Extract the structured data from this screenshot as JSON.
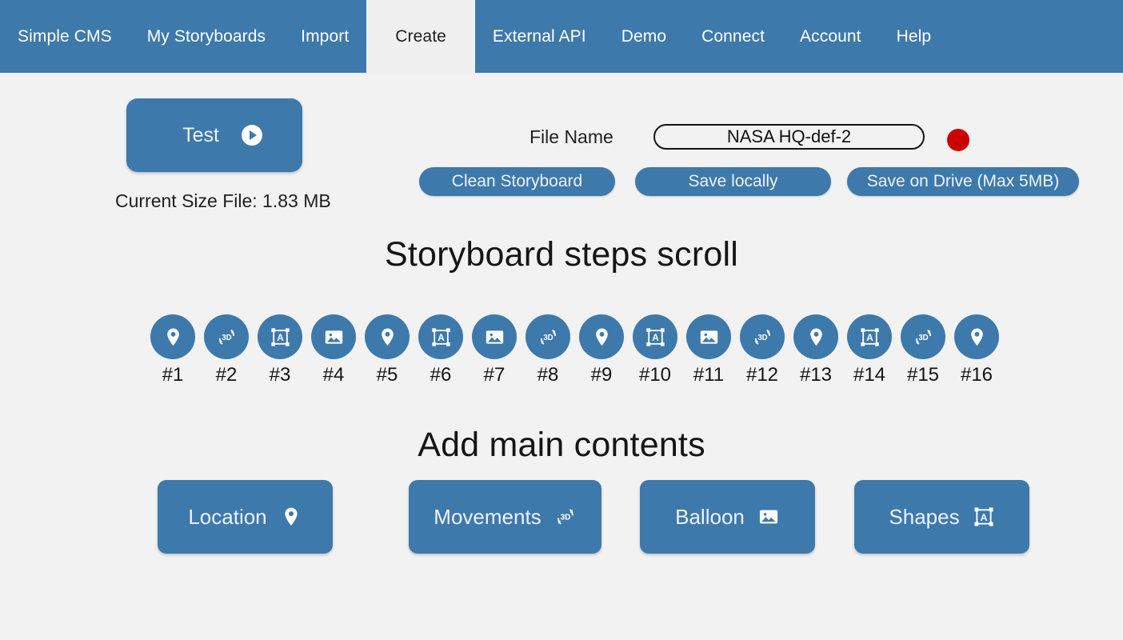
{
  "nav": {
    "items": [
      {
        "label": "Simple CMS",
        "active": false
      },
      {
        "label": "My Storyboards",
        "active": false
      },
      {
        "label": "Import",
        "active": false
      },
      {
        "label": "Create",
        "active": true
      },
      {
        "label": "External API",
        "active": false
      },
      {
        "label": "Demo",
        "active": false
      },
      {
        "label": "Connect",
        "active": false
      },
      {
        "label": "Account",
        "active": false
      },
      {
        "label": "Help",
        "active": false
      }
    ]
  },
  "toolbar": {
    "test_label": "Test",
    "test_icon": "play-circle-icon",
    "size_file_text": "Current Size File:  1.83 MB",
    "file_name_label": "File Name",
    "file_name_value": "NASA HQ-def-2",
    "file_name_placeholder": "File name",
    "record_indicator": "record-dot-icon",
    "clean_label": "Clean Storyboard",
    "save_local_label": "Save locally",
    "save_drive_label": "Save on Drive (Max 5MB)"
  },
  "sections": {
    "steps_heading": "Storyboard steps scroll",
    "add_heading": "Add main contents"
  },
  "steps": [
    {
      "num": "#1",
      "icon": "location-pin-icon"
    },
    {
      "num": "#2",
      "icon": "rotate-3d-icon"
    },
    {
      "num": "#3",
      "icon": "shapes-text-box-icon"
    },
    {
      "num": "#4",
      "icon": "image-icon"
    },
    {
      "num": "#5",
      "icon": "location-pin-icon"
    },
    {
      "num": "#6",
      "icon": "shapes-text-box-icon"
    },
    {
      "num": "#7",
      "icon": "image-icon"
    },
    {
      "num": "#8",
      "icon": "rotate-3d-icon"
    },
    {
      "num": "#9",
      "icon": "location-pin-icon"
    },
    {
      "num": "#10",
      "icon": "shapes-text-box-icon"
    },
    {
      "num": "#11",
      "icon": "image-icon"
    },
    {
      "num": "#12",
      "icon": "rotate-3d-icon"
    },
    {
      "num": "#13",
      "icon": "location-pin-icon"
    },
    {
      "num": "#14",
      "icon": "shapes-text-box-icon"
    },
    {
      "num": "#15",
      "icon": "rotate-3d-icon"
    },
    {
      "num": "#16",
      "icon": "location-pin-icon"
    }
  ],
  "content_buttons": [
    {
      "label": "Location",
      "icon": "location-pin-icon"
    },
    {
      "label": "Movements",
      "icon": "rotate-3d-icon"
    },
    {
      "label": "Balloon",
      "icon": "image-icon"
    },
    {
      "label": "Shapes",
      "icon": "shapes-text-box-icon"
    }
  ],
  "colors": {
    "brand_blue": "#3d79ab",
    "page_bg": "#f2f2f2",
    "active_tab_bg": "#f0f0f0",
    "record_red": "#cc0000",
    "button_text": "#eef3f8"
  }
}
